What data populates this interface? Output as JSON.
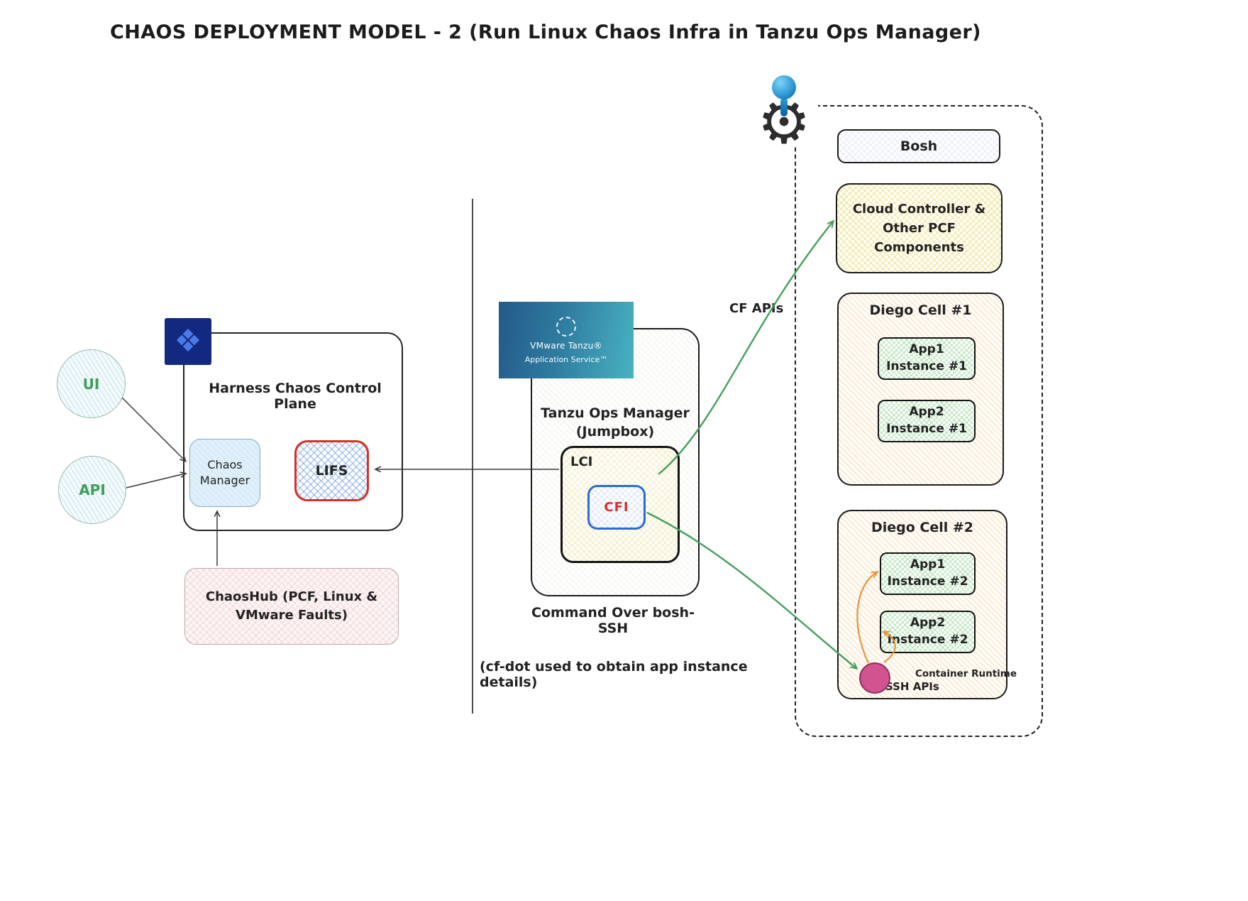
{
  "title": "CHAOS DEPLOYMENT MODEL - 2 (Run Linux Chaos Infra in Tanzu Ops Manager)",
  "left": {
    "ui_label": "UI",
    "api_label": "API",
    "control_plane_title": "Harness Chaos Control Plane",
    "chaos_manager_label": "Chaos Manager",
    "lifs_label": "LIFS",
    "chaoshub_label": "ChaosHub (PCF, Linux &\nVMware Faults)"
  },
  "center": {
    "tanzu_logo": {
      "line1": "VMware Tanzu®",
      "line2": "Application Service™"
    },
    "ops_manager_title": "Tanzu Ops Manager\n(Jumpbox)",
    "lci_label": "LCI",
    "cfi_label": "CFI",
    "command_caption": "Command Over bosh-SSH",
    "cfdot_note": "(cf-dot used to obtain app instance details)"
  },
  "right": {
    "bosh_label": "Bosh",
    "cloud_controller_label": "Cloud Controller &\nOther PCF Components",
    "diego_cell_1": {
      "title": "Diego Cell #1",
      "apps": [
        "App1\nInstance #1",
        "App2\nInstance #1"
      ]
    },
    "diego_cell_2": {
      "title": "Diego Cell #2",
      "apps": [
        "App1\nInstance #2",
        "App2\nInstance #2"
      ]
    }
  },
  "annotations": {
    "cf_apis": "CF APIs",
    "ssh_apis": "SSH APIs",
    "container_runtime": "Container Runtime"
  },
  "icons": {
    "harness_logo_glyph": "❖",
    "bosh_gear_glyph": "⚙"
  },
  "colors": {
    "green_arrow": "#43a05c",
    "orange_arrow": "#e8953a",
    "black_arrow": "#3a3a3a",
    "lifs_border_red": "#d93025",
    "cfi_border_blue": "#2b6cd4",
    "cfi_text_red": "#d93025",
    "ssh_node_pink": "#d1538f",
    "harness_navy": "#13287f",
    "harness_icon_blue": "#4a7ae8",
    "tanzu_gradient_start": "#235a88",
    "tanzu_gradient_end": "#49b2c1"
  }
}
